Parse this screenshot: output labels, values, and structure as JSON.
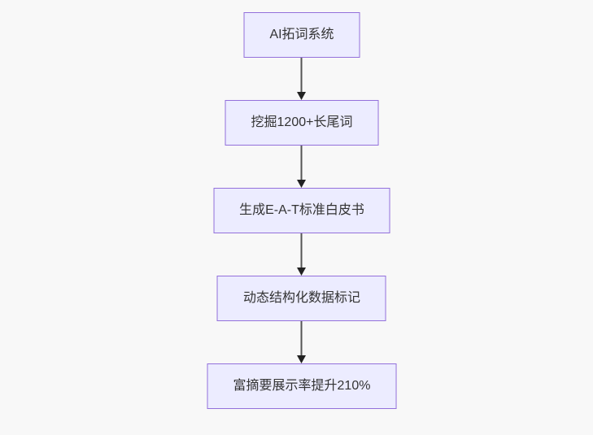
{
  "flowchart": {
    "type": "flowchart",
    "direction": "top-down",
    "nodes": [
      {
        "label": "AI拓词系统"
      },
      {
        "label": "挖掘1200+长尾词"
      },
      {
        "label": "生成E-A-T标准白皮书"
      },
      {
        "label": "动态结构化数据标记"
      },
      {
        "label": "富摘要展示率提升210%"
      }
    ],
    "edges": [
      {
        "from": 0,
        "to": 1,
        "arrow": "down"
      },
      {
        "from": 1,
        "to": 2,
        "arrow": "down"
      },
      {
        "from": 2,
        "to": 3,
        "arrow": "down"
      },
      {
        "from": 3,
        "to": 4,
        "arrow": "down"
      }
    ]
  },
  "colors": {
    "node_fill": "#ECECFF",
    "node_border": "#9370DB",
    "node_text": "#333333",
    "edge_line": "#555555",
    "edge_arrowhead": "#222222",
    "background": "#f8f8f8"
  }
}
